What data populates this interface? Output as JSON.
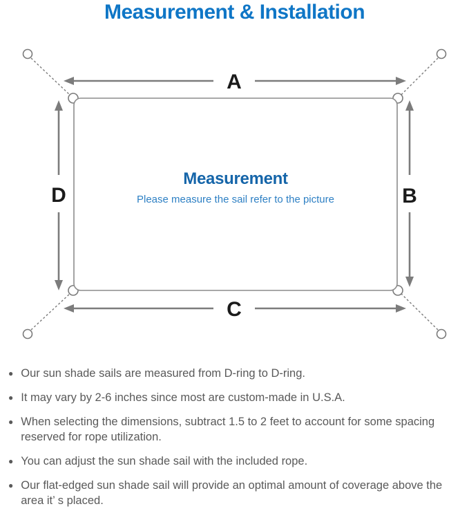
{
  "title": "Measurement & Installation",
  "diagram": {
    "center_title": "Measurement",
    "center_subtitle": "Please measure the sail refer to the picture",
    "labels": {
      "top": "A",
      "right": "B",
      "bottom": "C",
      "left": "D"
    }
  },
  "bullet_glyph": "●",
  "bullets": [
    "Our sun shade sails are measured from D-ring to D-ring.",
    "It may vary by 2-6 inches since most are custom-made in U.S.A.",
    "When selecting the dimensions, subtract 1.5 to 2 feet to account for some spacing reserved for rope utilization.",
    "You can adjust the sun shade sail with the included rope.",
    "Our flat-edged sun shade sail will provide an optimal amount of coverage above the area it’ s placed."
  ],
  "colors": {
    "title_blue": "#0f76c6",
    "center_title_blue": "#1565a9",
    "center_subtitle_blue": "#2e80c4",
    "diagram_gray": "#7c7c7c",
    "label_black": "#1b1b1b",
    "bullet_gray": "#595959",
    "background": "#ffffff"
  }
}
